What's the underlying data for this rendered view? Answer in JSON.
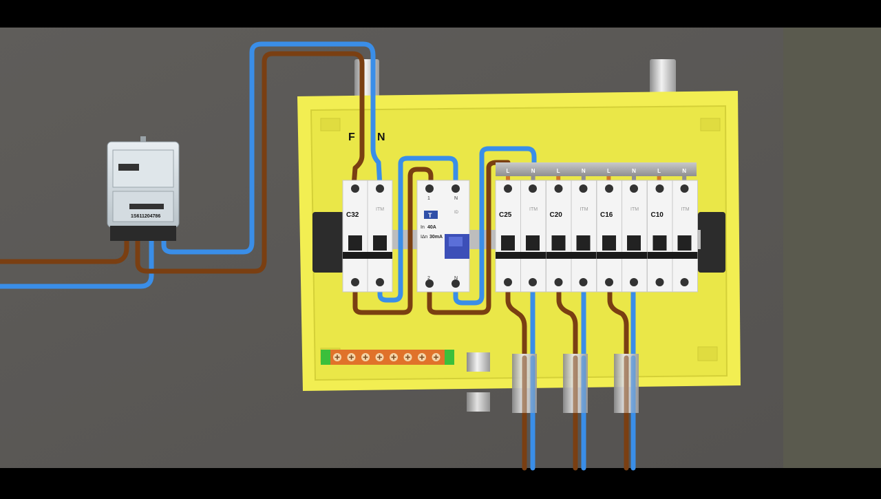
{
  "diagram": {
    "terminal_labels": {
      "phase": "F",
      "neutral": "N"
    },
    "main_breaker": {
      "rating": "C32",
      "type_label": "ITM"
    },
    "differential": {
      "brand_mark": "T",
      "type_label": "ID",
      "line_terminals": [
        "1",
        "N"
      ],
      "load_terminals": [
        "2",
        "N"
      ],
      "in_label": "In",
      "in_value": "40A",
      "idn_label": "I∆n",
      "idn_value": "30mA"
    },
    "busbar_labels": [
      "L",
      "N",
      "L",
      "N",
      "L",
      "N",
      "L",
      "N"
    ],
    "circuit_breakers": [
      {
        "rating": "C25",
        "type_label": "ITM"
      },
      {
        "rating": "C20",
        "type_label": "ITM"
      },
      {
        "rating": "C16",
        "type_label": "ITM"
      },
      {
        "rating": "C10",
        "type_label": "ITM"
      }
    ],
    "meter": {
      "plate_text": "1S611204786"
    },
    "colors": {
      "background": "#5c5a57",
      "enclosure": "#f2ee52",
      "enclosure_edge": "#d8d43a",
      "phase_wire": "#7a3f12",
      "neutral_wire": "#3a8ee8",
      "ground_bar": "#e0722a",
      "ground_bar_end": "#3bbf3b"
    }
  }
}
